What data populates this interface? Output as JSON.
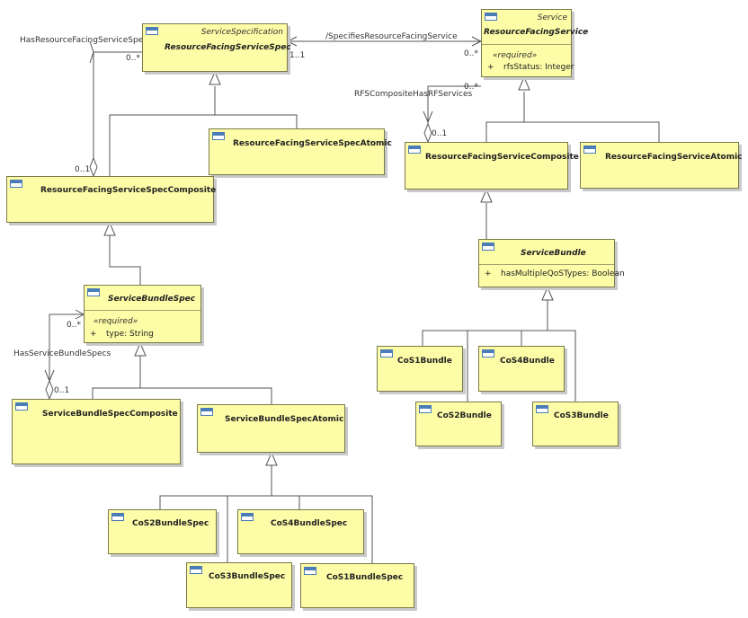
{
  "classes": {
    "rfss": {
      "stereotype": "ServiceSpecification",
      "name": "ResourceFacingServiceSpec"
    },
    "rfs": {
      "stereotype": "Service",
      "name": "ResourceFacingService",
      "group": "«required»",
      "attr_vis": "+",
      "attr": "rfsStatus: Integer"
    },
    "rfssa": {
      "name": "ResourceFacingServiceSpecAtomic"
    },
    "rfssc": {
      "name": "ResourceFacingServiceSpecComposite"
    },
    "rfsc": {
      "name": "ResourceFacingServiceComposite"
    },
    "rfsa": {
      "name": "ResourceFacingServiceAtomic"
    },
    "sb": {
      "name": "ServiceBundle",
      "attr_vis": "+",
      "attr": "hasMultipleQoSTypes: Boolean"
    },
    "sbs": {
      "name": "ServiceBundleSpec",
      "group": "«required»",
      "attr_vis": "+",
      "attr": "type: String"
    },
    "sbsc": {
      "name": "ServiceBundleSpecComposite"
    },
    "sbsa": {
      "name": "ServiceBundleSpecAtomic"
    },
    "cos1b": {
      "name": "CoS1Bundle"
    },
    "cos4b": {
      "name": "CoS4Bundle"
    },
    "cos2b": {
      "name": "CoS2Bundle"
    },
    "cos3b": {
      "name": "CoS3Bundle"
    },
    "cos2bs": {
      "name": "CoS2BundleSpec"
    },
    "cos4bs": {
      "name": "CoS4BundleSpec"
    },
    "cos3bs": {
      "name": "CoS3BundleSpec"
    },
    "cos1bs": {
      "name": "CoS1BundleSpec"
    }
  },
  "associations": {
    "has_rfs_specs": {
      "name": "HasResourceFacingServiceSpecs",
      "mult_top": "0..*",
      "mult_bottom": "0..1"
    },
    "specifies": {
      "name": "/SpecifiesResourceFacingService",
      "mult_left": "1..1",
      "mult_right": "0..*"
    },
    "rfs_composite": {
      "name": "RFSCompositeHasRFServices",
      "mult_top": "0..*",
      "mult_bottom": "0..1"
    },
    "has_sb_specs": {
      "name": "HasServiceBundleSpecs",
      "mult_top": "0..*",
      "mult_bottom": "0..1"
    }
  }
}
